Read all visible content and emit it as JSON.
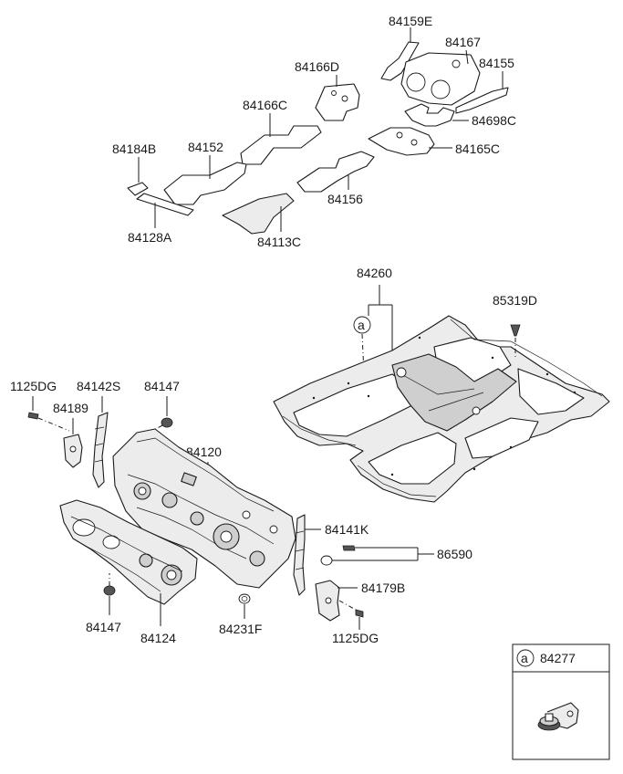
{
  "labels": {
    "p84159E": "84159E",
    "p84167": "84167",
    "p84155": "84155",
    "p84166D": "84166D",
    "p84166C": "84166C",
    "p84698C": "84698C",
    "p84152": "84152",
    "p84184B": "84184B",
    "p84165C": "84165C",
    "p84156": "84156",
    "p84128A": "84128A",
    "p84113C": "84113C",
    "p84260": "84260",
    "p85319D": "85319D",
    "p1125DG_top": "1125DG",
    "p84142S": "84142S",
    "p84147_top": "84147",
    "p84189": "84189",
    "p84120": "84120",
    "p84141K": "84141K",
    "p86590": "86590",
    "p84179B": "84179B",
    "p84147_bottom": "84147",
    "p84124": "84124",
    "p84231F": "84231F",
    "p1125DG_bottom": "1125DG"
  },
  "callout": {
    "marker": "a",
    "detail_marker": "a",
    "detail_part": "84277"
  }
}
